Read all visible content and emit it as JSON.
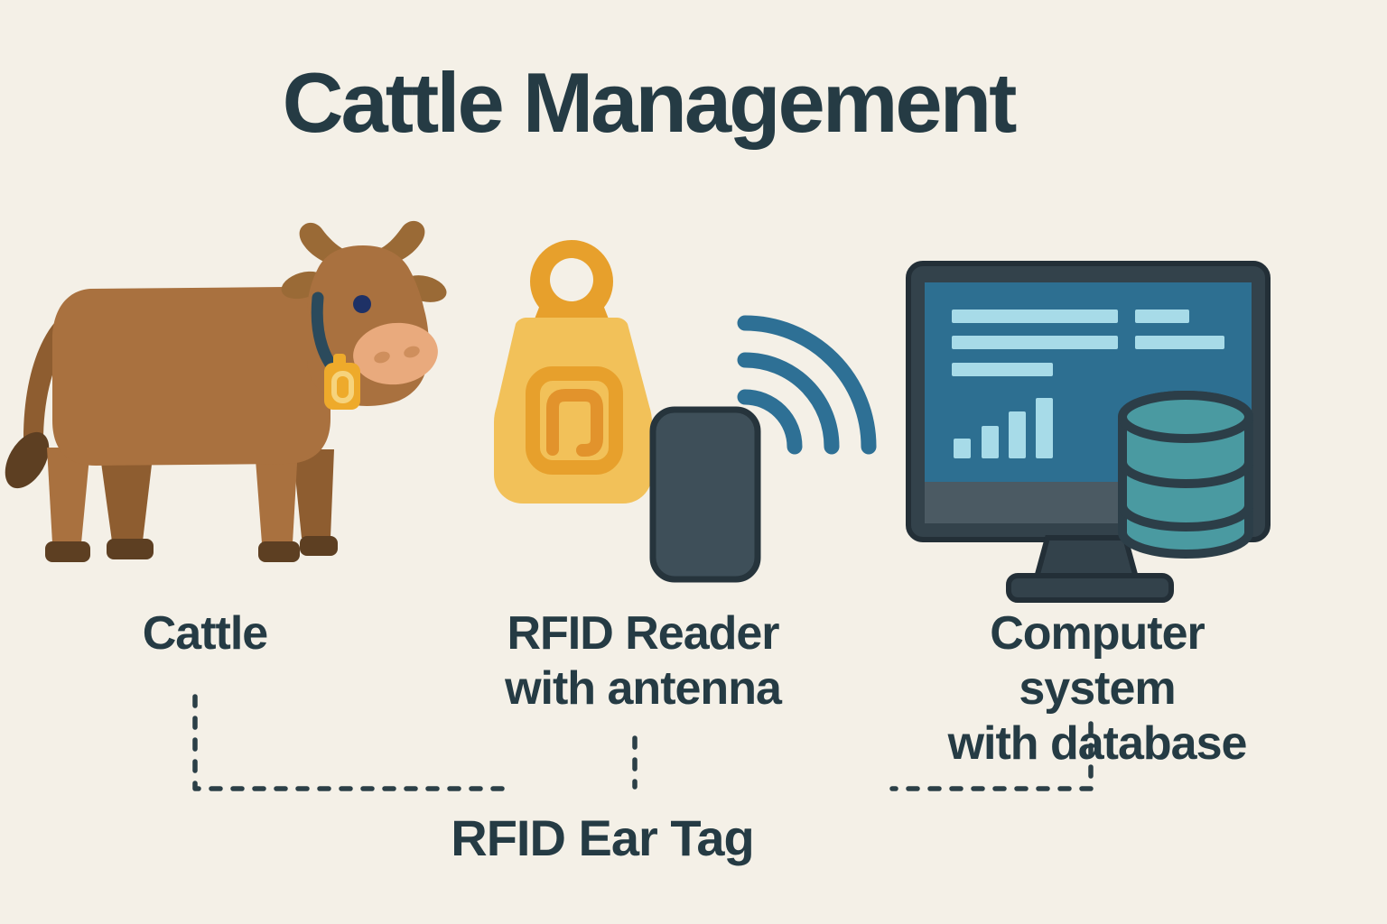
{
  "title": "Cattle Management",
  "diagram": {
    "items": [
      {
        "label": "Cattle",
        "icon": "cow-icon"
      },
      {
        "label_line1": "RFID Reader",
        "label_line2": "with antenna",
        "icon": "rfid-reader-icon"
      },
      {
        "label_line1": "Computer system",
        "label_line2": "with database",
        "icon": "computer-database-icon"
      }
    ],
    "connector_label": "RFID Ear Tag",
    "icons": [
      "cow-icon",
      "rfid-ear-tag-icon",
      "rfid-reader-icon",
      "wifi-waves-icon",
      "computer-monitor-icon",
      "database-icon"
    ]
  },
  "colors": {
    "background": "#f4f0e7",
    "text": "#253b44",
    "cow_body": "#a9713f",
    "cow_shade": "#8e5d30",
    "cow_dark": "#5d3f22",
    "cow_accent": "#9a6a36",
    "cow_muzzle": "#e9aa7d",
    "collar": "#2b4a5c",
    "tag_yellow": "#f2c159",
    "tag_orange": "#e7a02c",
    "reader_fill": "#3e4f59",
    "reader_border": "#26343c",
    "wifi_blue": "#2e7095",
    "monitor_frame": "#33424b",
    "screen": "#2d6f91",
    "screen_bars": "#a7dbe8",
    "db_fill": "#4a9aa1",
    "db_outline": "#2c3e48",
    "connector": "#2b3f47"
  }
}
